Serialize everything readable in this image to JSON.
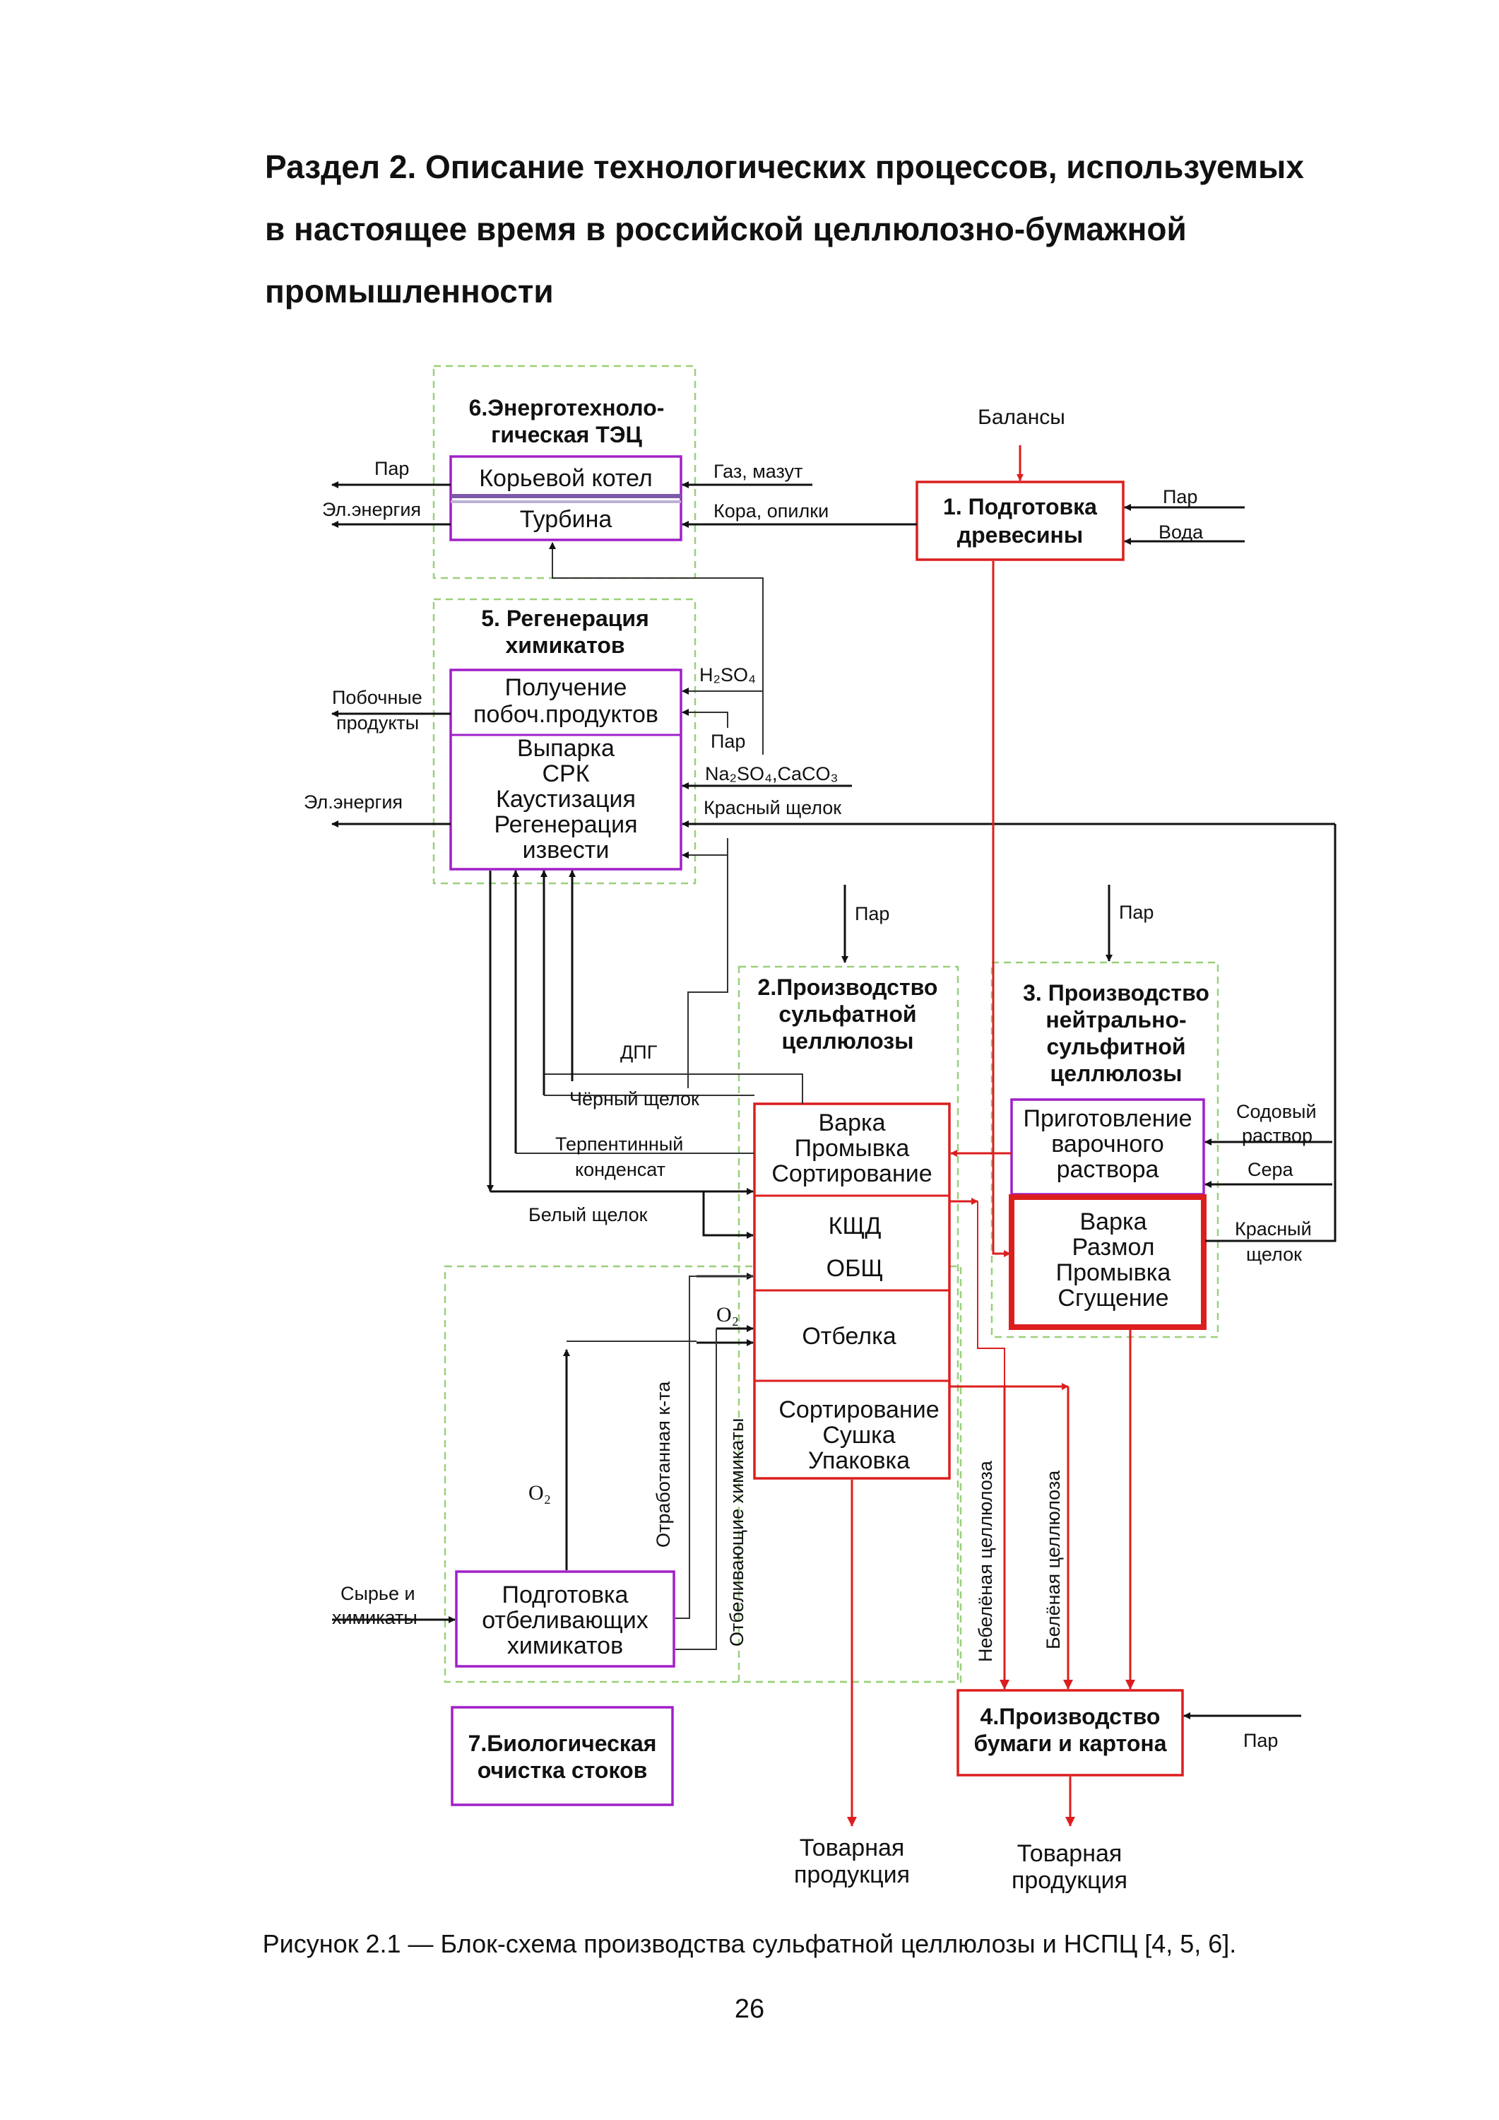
{
  "heading": {
    "line1": "Раздел 2. Описание технологических процессов, используемых",
    "line2": "в настоящее время в российской целлюлозно-бумажной",
    "line3": "промышленности"
  },
  "diagram": {
    "block6": {
      "title1": "6.Энерготехноло-",
      "title2": "гическая ТЭЦ",
      "row1": "Корьевой котел",
      "row2": "Турбина"
    },
    "block5": {
      "title1": "5. Регенерация",
      "title2": "химикатов",
      "row1_l1": "Получение",
      "row1_l2": "побоч.продуктов",
      "row2_l1": "Выпарка",
      "row2_l2": "СРК",
      "row2_l3": "Каустизация",
      "row2_l4": "Регенерация",
      "row2_l5": "извести"
    },
    "block1": {
      "l1": "1. Подготовка",
      "l2": "древесины"
    },
    "block2": {
      "title1": "2.Производство",
      "title2": "сульфатной",
      "title3": "целлюлозы",
      "row1_l1": "Варка",
      "row1_l2": "Промывка",
      "row1_l3": "Сортирование",
      "row2": "КЩД",
      "row3": "ОБЩ",
      "row4": "Отбелка",
      "row5_l1": "Сортирование",
      "row5_l2": "Сушка",
      "row5_l3": "Упаковка"
    },
    "block3": {
      "title1": "3. Производство",
      "title2": "нейтрально-",
      "title3": "сульфитной",
      "title4": "целлюлозы",
      "row1_l1": "Приготовление",
      "row1_l2": "варочного",
      "row1_l3": "раствора",
      "row2_l1": "Варка",
      "row2_l2": "Размол",
      "row2_l3": "Промывка",
      "row2_l4": "Сгущение"
    },
    "block4": {
      "l1": "4.Производство",
      "l2": "бумаги и картона"
    },
    "block7": {
      "l1": "7.Биологическая",
      "l2": "очистка стоков"
    },
    "bleach_prep": {
      "l1": "Подготовка",
      "l2": "отбеливающих",
      "l3": "химикатов"
    },
    "labels": {
      "balances": "Балансы",
      "steam": "Пар",
      "water": "Вода",
      "gas": "Газ, мазут",
      "bark": "Кора, опилки",
      "el_energy1": "Эл.энергия",
      "el_energy2": "Эл.энергия",
      "byproducts1": "Побочные",
      "byproducts2": "продукты",
      "h2so4": "H₂SO₄",
      "na2so4": "Na₂SO₄,CaCO₃",
      "red_liquor": "Красный щелок",
      "dpg": "ДПГ",
      "black_liquor": "Чёрный щелок",
      "terp1": "Терпентинный",
      "terp2": "конденсат",
      "white_liquor": "Белый щелок",
      "soda1": "Содовый",
      "soda2": "раствор",
      "sulfur": "Сера",
      "red_liquor2_1": "Красный",
      "red_liquor2_2": "щелок",
      "o2_a": "O₂",
      "o2_b": "O₂",
      "spent_acid": "Отработанная к-та",
      "bleach_chem": "Отбеливающие химикаты",
      "unbleached": "Небелёная целлюлоза",
      "bleached": "Белёная целлюлоза",
      "raw1": "Сырье и",
      "raw2": "химикаты",
      "product1_l1": "Товарная",
      "product1_l2": "продукция",
      "product2_l1": "Товарная",
      "product2_l2": "продукция"
    }
  },
  "caption": "Рисунок 2.1 — Блок-схема производства сульфатной целлюлозы и НСПЦ [4, 5, 6].",
  "page_number": "26",
  "colors": {
    "red_flow": "#dc1e1e",
    "purple_box": "#a020c8",
    "green_dashed_group": "#9bd07a",
    "black_flow": "#111111"
  }
}
